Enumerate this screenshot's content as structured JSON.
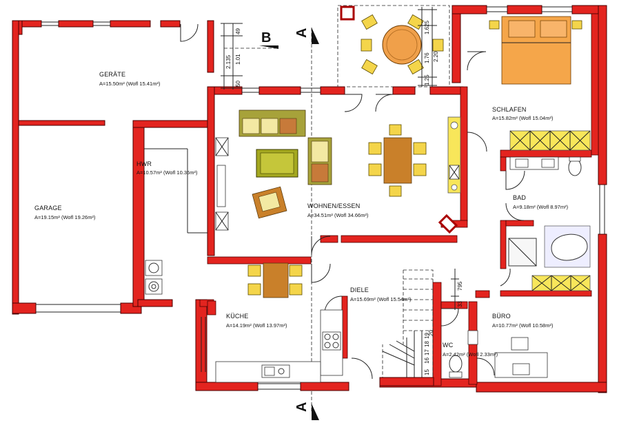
{
  "plan": {
    "rooms": [
      {
        "id": "geraete",
        "name": "GERÄTE",
        "area": "A=15.50m² (Wofl 15.41m²)"
      },
      {
        "id": "garage",
        "name": "GARAGE",
        "area": "A=19.15m² (Wofl 19.26m²)"
      },
      {
        "id": "hwr",
        "name": "HWR",
        "area": "A=10.57m² (Wofl 10.36m²)"
      },
      {
        "id": "wohnen",
        "name": "WOHNEN/ESSEN",
        "area": "A=34.51m² (Wofl 34.66m²)"
      },
      {
        "id": "kueche",
        "name": "KÜCHE",
        "area": "A=14.19m² (Wofl 13.97m²)"
      },
      {
        "id": "diele",
        "name": "DIELE",
        "area": "A=15.69m² (Wofl 15.54m²)"
      },
      {
        "id": "schlafen",
        "name": "SCHLAFEN",
        "area": "A=15.82m² (Wofl 15.04m²)"
      },
      {
        "id": "bad",
        "name": "BAD",
        "area": "A=9.18m² (Wofl 8.97m²)"
      },
      {
        "id": "buero",
        "name": "BÜRO",
        "area": "A=10.77m² (Wofl 10.58m²)"
      },
      {
        "id": "wc",
        "name": "WC",
        "area": "A=2.42m² (Wofl 2.33m²)"
      }
    ],
    "section_marks": {
      "a_top": "A",
      "a_bottom": "A",
      "b_top": "B"
    },
    "dimensions": {
      "left_stack": [
        "49",
        "1.01",
        "50"
      ],
      "left_total": "2.135",
      "terrace_stack": [
        "1.625",
        "1.76",
        "1.25"
      ],
      "terrace_total": "2.20",
      "wc_stack": [
        "795",
        "33"
      ],
      "stair_labels": [
        "15",
        "16",
        "17",
        "18",
        "19",
        "20"
      ]
    }
  }
}
